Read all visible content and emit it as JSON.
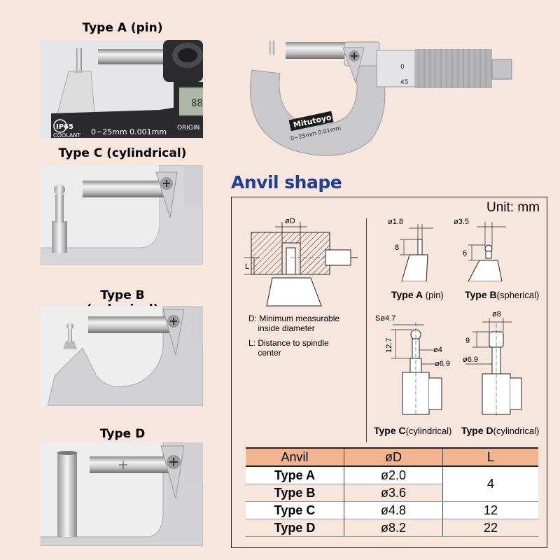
{
  "photos": {
    "type_a_title": "Type A (pin)",
    "type_c_title": "Type C (cylindrical)",
    "type_b_title": "Type B (spherical)",
    "type_d_title": "Type D (cylindrical)",
    "type_a_rating": "IP65",
    "type_a_coolant": "COOLANT",
    "type_a_range": "0−25mm  0.001mm",
    "type_a_origin": "ORIGIN"
  },
  "hero": {
    "brand": "Mitutoyo",
    "range": "0−25mm   0.01mm",
    "scale_marks": [
      "0",
      "45"
    ]
  },
  "section": {
    "title": "Anvil shape",
    "unit": "Unit: mm"
  },
  "legend": {
    "d_label": "øD",
    "l_label": "L",
    "d_desc": "D: Minimum measurable\n    inside diameter",
    "l_desc": "L: Distance to spindle\n    center"
  },
  "anvils": {
    "a": {
      "bold": "Type A",
      "paren": "(pin)",
      "dims": [
        "ø1.8",
        "8"
      ]
    },
    "b": {
      "bold": "Type B",
      "paren": "(spherical)",
      "dims": [
        "ø3.5",
        "6"
      ]
    },
    "c": {
      "bold": "Type C",
      "paren": "(cylindrical)",
      "dims": [
        "Sø4.7",
        "12.7",
        "ø4",
        "ø6.9"
      ]
    },
    "d": {
      "bold": "Type D",
      "paren": "(cylindrical)",
      "dims": [
        "ø8",
        "9",
        "ø6.9"
      ]
    }
  },
  "table": {
    "headers": [
      "Anvil",
      "øD",
      "L"
    ],
    "rows": [
      {
        "anvil": "Type A",
        "d": "ø2.0",
        "l": "4"
      },
      {
        "anvil": "Type B",
        "d": "ø3.6",
        "l": ""
      },
      {
        "anvil": "Type C",
        "d": "ø4.8",
        "l": "12"
      },
      {
        "anvil": "Type D",
        "d": "ø8.2",
        "l": "22"
      }
    ]
  }
}
